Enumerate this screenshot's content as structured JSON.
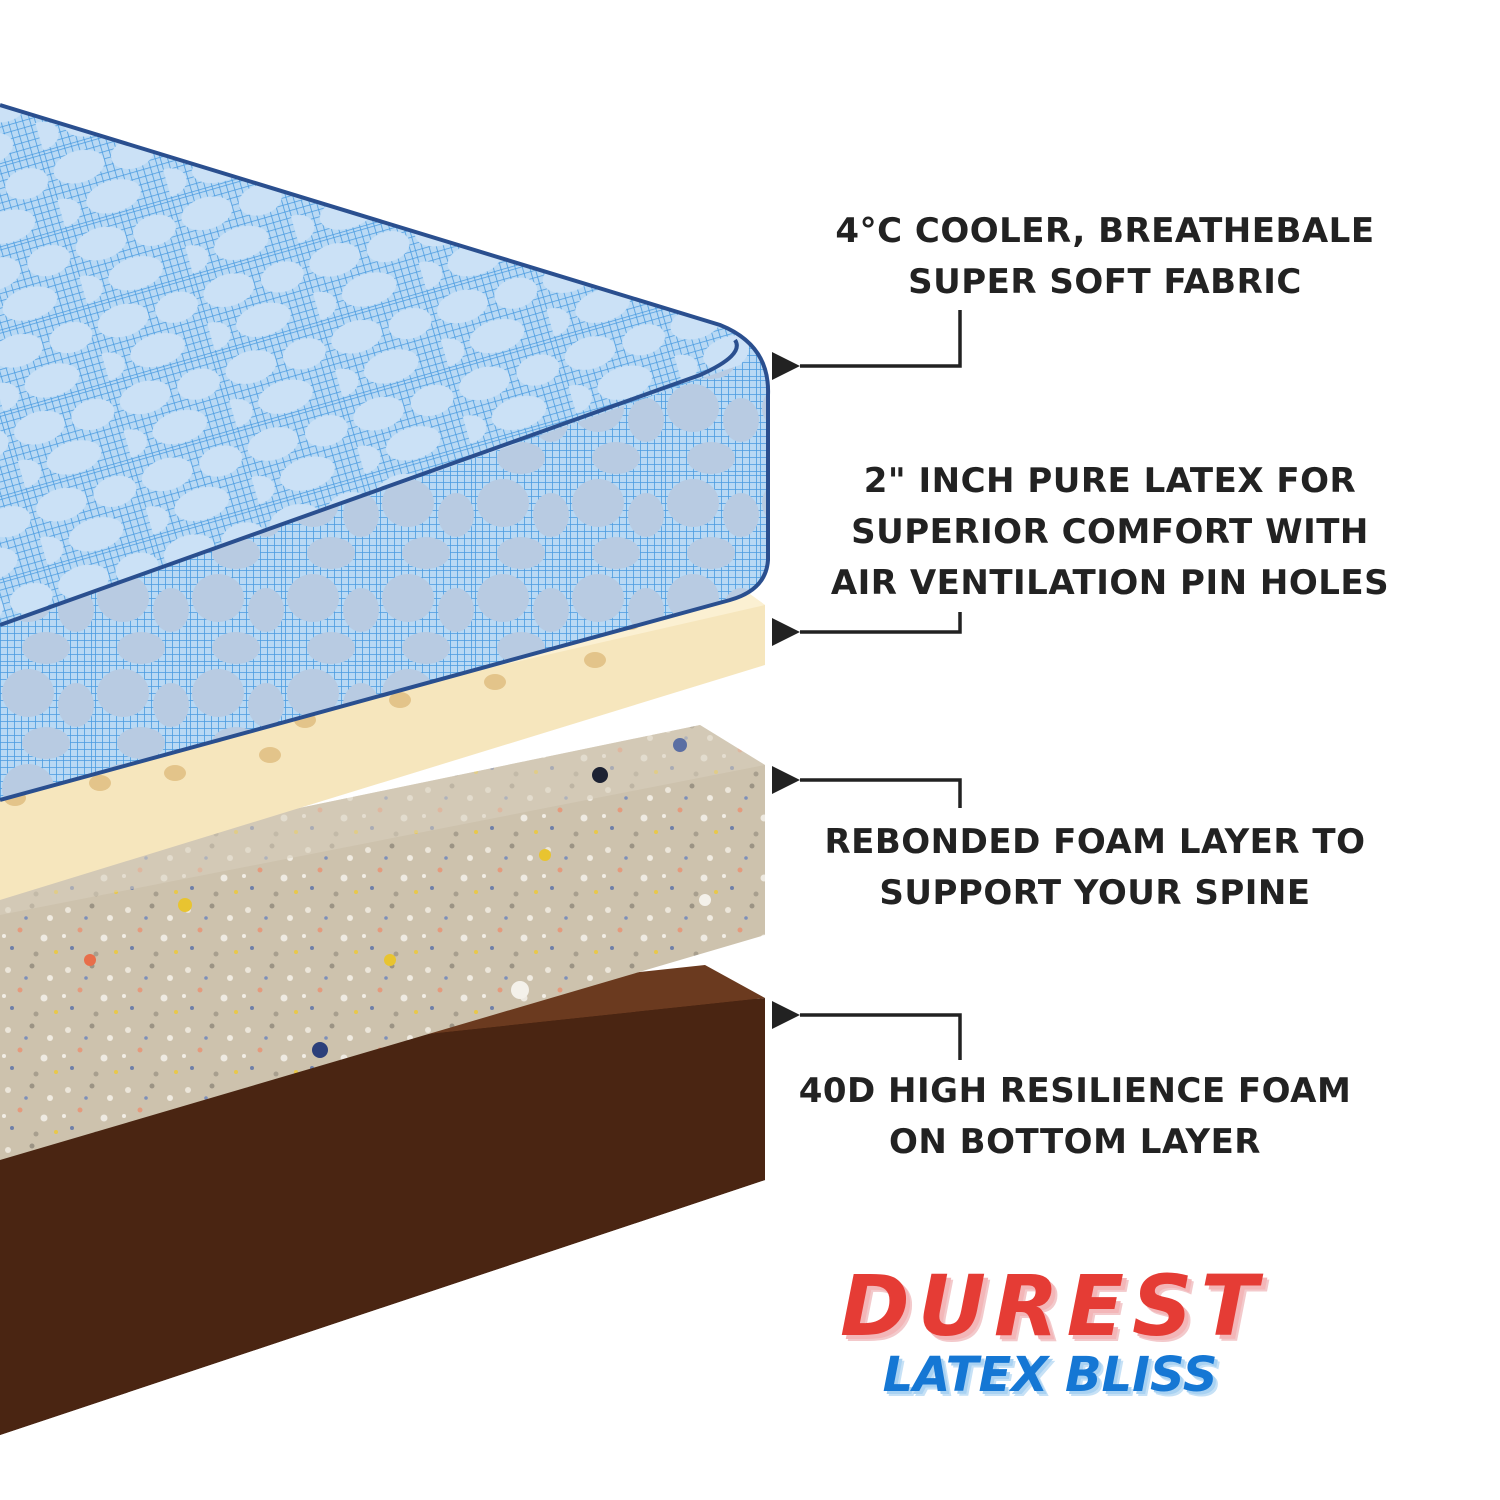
{
  "callouts": {
    "fabric": [
      "4°C COOLER, BREATHEBALE",
      "SUPER SOFT FABRIC"
    ],
    "latex": [
      "2\" INCH PURE LATEX FOR",
      "SUPERIOR COMFORT WITH",
      "AIR VENTILATION PIN HOLES"
    ],
    "rebonded": [
      "REBONDED FOAM LAYER TO",
      "SUPPORT YOUR SPINE"
    ],
    "hr_foam": [
      "40D HIGH RESILIENCE FOAM",
      "ON BOTTOM LAYER"
    ]
  },
  "brand": {
    "name": "DUREST",
    "tagline": "LATEX BLISS"
  },
  "colors": {
    "fabric": "#a9cfee",
    "fabric_piping": "#2a4f8f",
    "latex": "#f6e6bd",
    "rebonded": "#cfc4b0",
    "hr_foam": "#4a2512",
    "label_text": "#222222",
    "brand_red": "#e53c35",
    "brand_blue": "#1577d4"
  }
}
